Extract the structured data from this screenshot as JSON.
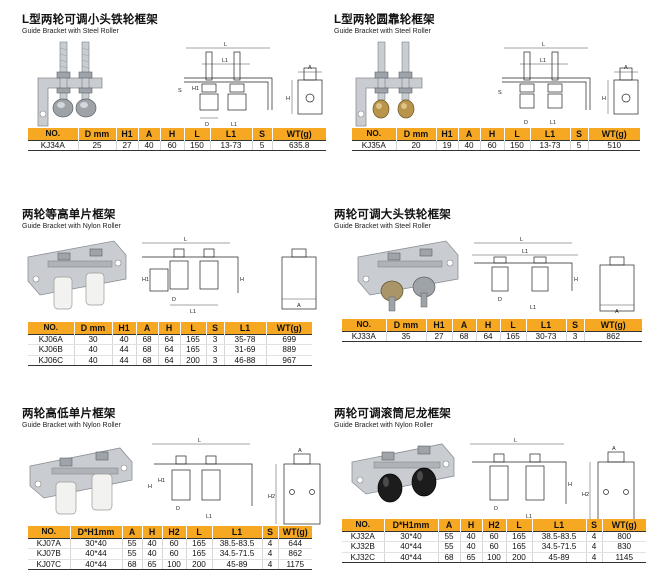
{
  "products": [
    {
      "id": "kj34",
      "title_cn": "L型两轮可调小头铁轮框架",
      "title_en": "Guide Bracket with Steel Roller",
      "headers": [
        "NO.",
        "D mm",
        "H1",
        "A",
        "H",
        "L",
        "L1",
        "S",
        "WT(g)"
      ],
      "rows": [
        [
          "KJ34A",
          "25",
          "27",
          "40",
          "60",
          "150",
          "13-73",
          "5",
          "635.8"
        ]
      ]
    },
    {
      "id": "kj35",
      "title_cn": "L型两轮圆靠轮框架",
      "title_en": "Guide Bracket with Steel Roller",
      "headers": [
        "NO.",
        "D mm",
        "H1",
        "A",
        "H",
        "L",
        "L1",
        "S",
        "WT(g)"
      ],
      "rows": [
        [
          "KJ35A",
          "20",
          "19",
          "40",
          "60",
          "150",
          "13-73",
          "5",
          "510"
        ]
      ]
    },
    {
      "id": "kj06",
      "title_cn": "两轮等高单片框架",
      "title_en": "Guide Bracket with Nylon Roller",
      "headers": [
        "NO.",
        "D mm",
        "H1",
        "A",
        "H",
        "L",
        "S",
        "L1",
        "WT(g)"
      ],
      "rows": [
        [
          "KJ06A",
          "30",
          "40",
          "68",
          "64",
          "165",
          "3",
          "35-78",
          "699"
        ],
        [
          "KJ06B",
          "40",
          "44",
          "68",
          "64",
          "165",
          "3",
          "31-69",
          "889"
        ],
        [
          "KJ06C",
          "40",
          "44",
          "68",
          "64",
          "200",
          "3",
          "46-88",
          "967"
        ]
      ]
    },
    {
      "id": "kj33",
      "title_cn": "两轮可调大头铁轮框架",
      "title_en": "Guide Bracket with Steel Roller",
      "headers": [
        "NO.",
        "D mm",
        "H1",
        "A",
        "H",
        "L",
        "L1",
        "S",
        "WT(g)"
      ],
      "rows": [
        [
          "KJ33A",
          "35",
          "27",
          "68",
          "64",
          "165",
          "30-73",
          "3",
          "862"
        ]
      ]
    },
    {
      "id": "kj07",
      "title_cn": "两轮高低单片框架",
      "title_en": "Guide Bracket with Nylon Roller",
      "headers": [
        "NO.",
        "D*H1mm",
        "A",
        "H",
        "H2",
        "L",
        "L1",
        "S",
        "WT(g)"
      ],
      "rows": [
        [
          "KJ07A",
          "30*40",
          "55",
          "40",
          "60",
          "165",
          "38.5-83.5",
          "4",
          "644"
        ],
        [
          "KJ07B",
          "40*44",
          "55",
          "40",
          "60",
          "165",
          "34.5-71.5",
          "4",
          "862"
        ],
        [
          "KJ07C",
          "40*44",
          "68",
          "65",
          "100",
          "200",
          "45-89",
          "4",
          "1175"
        ]
      ]
    },
    {
      "id": "kj32",
      "title_cn": "两轮可调滚筒尼龙框架",
      "title_en": "Guide Bracket with Nylon Roller",
      "headers": [
        "NO.",
        "D*H1mm",
        "A",
        "H",
        "H2",
        "L",
        "L1",
        "S",
        "WT(g)"
      ],
      "rows": [
        [
          "KJ32A",
          "30*40",
          "55",
          "40",
          "60",
          "165",
          "38.5-83.5",
          "4",
          "800"
        ],
        [
          "KJ32B",
          "40*44",
          "55",
          "40",
          "60",
          "165",
          "34.5-71.5",
          "4",
          "830"
        ],
        [
          "KJ32C",
          "40*44",
          "68",
          "65",
          "100",
          "200",
          "45-89",
          "4",
          "1145"
        ]
      ]
    }
  ],
  "dimension_labels": {
    "L": "L",
    "L1": "L1",
    "A": "A",
    "H": "H",
    "H1": "H1",
    "H2": "H2",
    "S": "S",
    "D": "D"
  },
  "colors": {
    "header_bg": "#f7a823",
    "steel_roller": "#9ea3a8",
    "brass_roller": "#b8954a",
    "nylon_roller": "#f2f2f0",
    "black_roller": "#1c1c1c"
  }
}
